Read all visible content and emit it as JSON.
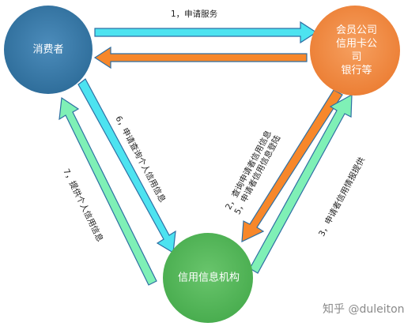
{
  "nodes": {
    "consumer": {
      "label": "消费者",
      "color": "#3a78a6"
    },
    "institution": {
      "label": "会员公司\n信用卡公司\n银行等",
      "color": "#f08c45"
    },
    "credit_agency": {
      "label": "信用信息机构",
      "color": "#5cb85c"
    }
  },
  "edges": {
    "e1": {
      "label": "1，申请服务"
    },
    "e2_5": {
      "label": "2，查询申请者信用信息\n5，申请者信用信息登陆"
    },
    "e3": {
      "label": "3，申请者信用情报提供"
    },
    "e6": {
      "label": "6，申请查询个人信用信息"
    },
    "e7": {
      "label": "7，提供个人信用信息"
    }
  },
  "colors": {
    "arrow_cyan": "#4de3f0",
    "arrow_orange": "#f7872a",
    "arrow_green": "#7ff0b6",
    "arrow_stroke": "#2e6fa3"
  },
  "watermark": "知乎 @duleitony"
}
